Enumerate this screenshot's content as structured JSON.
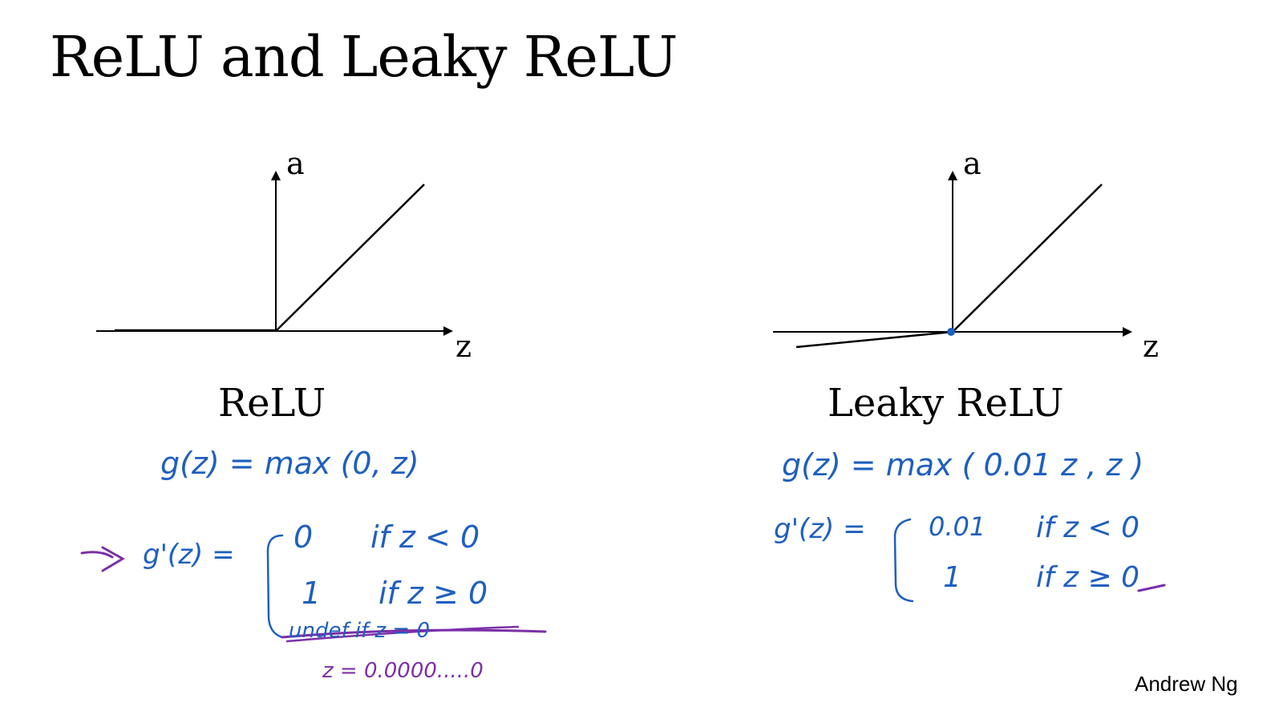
{
  "slide": {
    "title": "ReLU and Leaky ReLU",
    "author": "Andrew Ng"
  },
  "relu": {
    "caption": "ReLU",
    "y_axis_label": "a",
    "x_axis_label": "z",
    "notes": {
      "function": "g(z) = max (0, z)",
      "derivative_lhs": "g'(z) =",
      "case1_value": "0",
      "case1_cond": "if  z < 0",
      "case2_value": "1",
      "case2_cond": "if  z ≥ 0",
      "case3_struck": "undef  if  z = 0",
      "z_note": "z = 0.0000.....0"
    }
  },
  "leaky_relu": {
    "caption": "Leaky ReLU",
    "y_axis_label": "a",
    "x_axis_label": "z",
    "notes": {
      "function": "g(z) =  max ( 0.01 z ,  z )",
      "derivative_lhs": "g'(z) =",
      "case1_value": "0.01",
      "case1_cond": "if   z < 0",
      "case2_value": "1",
      "case2_cond": "if   z ≥ 0"
    }
  },
  "colors": {
    "ink_blue": "#1f5fbf",
    "ink_purple": "#7b2fa8",
    "axis": "#000000",
    "origin_dot": "#1f5fbf"
  }
}
